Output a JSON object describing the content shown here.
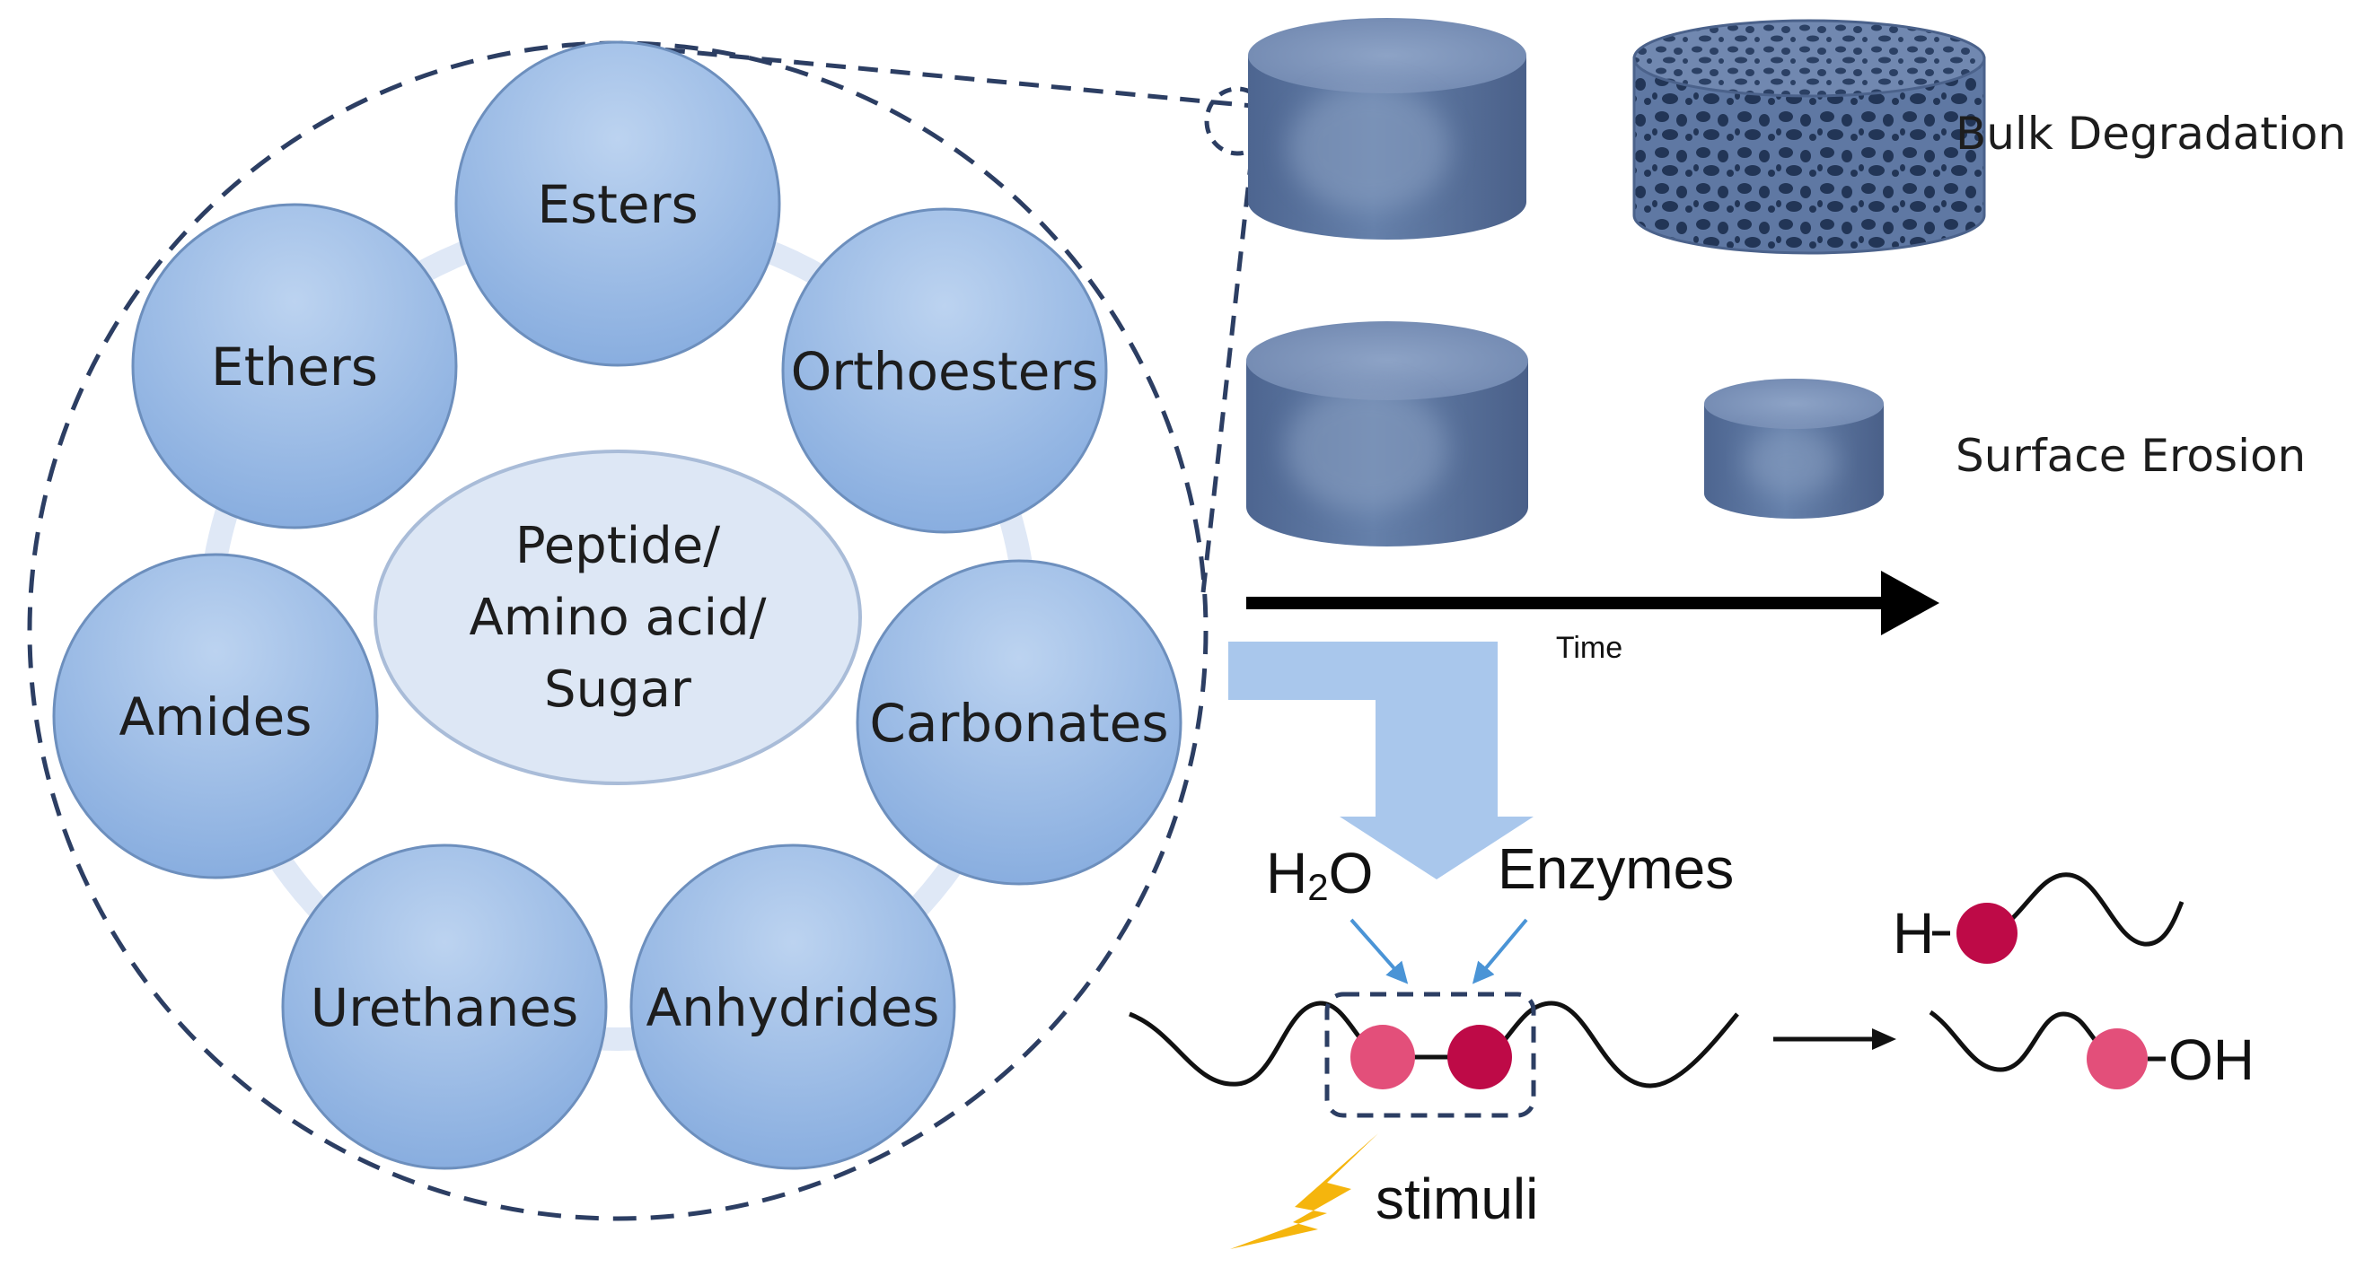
{
  "bond_types": [
    {
      "id": "esters",
      "label": "Esters"
    },
    {
      "id": "orthoesters",
      "label": "Orthoesters"
    },
    {
      "id": "carbonates",
      "label": "Carbonates"
    },
    {
      "id": "anhydrides",
      "label": "Anhydrides"
    },
    {
      "id": "urethanes",
      "label": "Urethanes"
    },
    {
      "id": "amides",
      "label": "Amides"
    },
    {
      "id": "ethers",
      "label": "Ethers"
    }
  ],
  "center": {
    "line1": "Peptide/",
    "line2": "Amino acid/",
    "line3": "Sugar"
  },
  "degradation": {
    "bulk_label": "Bulk Degradation",
    "surface_label": "Surface Erosion",
    "time_label": "Time"
  },
  "cleavage": {
    "water_prefix": "H",
    "water_subscript": "2",
    "water_suffix": "O",
    "enzymes_label": "Enzymes",
    "stimuli_label": "stimuli",
    "product_h_label": "H",
    "product_oh_label": "OH"
  },
  "colors": {
    "node_fill_light": "#b4cdec",
    "node_fill_dark": "#89aee0",
    "node_stroke": "#6d8fbd",
    "center_fill": "#dde7f5",
    "dashed_outline": "#2c3e63",
    "cylinder_body": "#5a7199",
    "cylinder_top": "#7d93b8",
    "fat_arrow": "#a9c7ec",
    "pink_bead": "#e34f7a",
    "crimson_bead": "#be0a47",
    "blue_arrow": "#4a94d6",
    "lightning": "#f5b50d"
  }
}
